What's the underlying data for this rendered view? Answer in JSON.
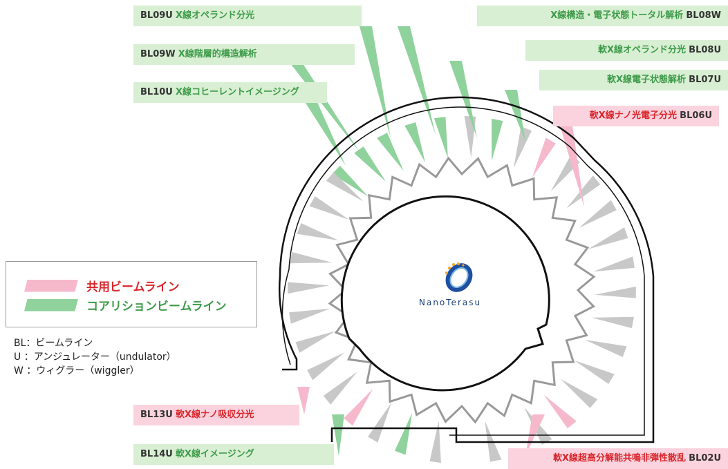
{
  "beamlines": {
    "bl09u": {
      "code": "BL09U",
      "name": "X線オペランド分光"
    },
    "bl09w": {
      "code": "BL09W",
      "name": "X線階層的構造解析"
    },
    "bl10u": {
      "code": "BL10U",
      "name": "X線コヒーレントイメージング"
    },
    "bl08w": {
      "code": "BL08W",
      "name": "X線構造・電子状態トータル解析"
    },
    "bl08u": {
      "code": "BL08U",
      "name": "軟X線オペランド分光"
    },
    "bl07u": {
      "code": "BL07U",
      "name": "軟X線電子状態解析"
    },
    "bl06u": {
      "code": "BL06U",
      "name": "軟X線ナノ光電子分光"
    },
    "bl13u": {
      "code": "BL13U",
      "name": "軟X線ナノ吸収分光"
    },
    "bl14u": {
      "code": "BL14U",
      "name": "軟X線イメージング"
    },
    "bl02u": {
      "code": "BL02U",
      "name": "軟X線超高分解能共鳴非弾性散乱"
    }
  },
  "legend": {
    "shared": "共用ビームライン",
    "coalition": "コアリションビームライン"
  },
  "abbreviations": {
    "bl": "BL：ビームライン",
    "u": "U ：アンジュレーター（undulator）",
    "w": "W ：ウィグラー（wiggler）"
  },
  "logo": {
    "text": "NanoTerasu"
  },
  "colors": {
    "coalition_fill": "#8fd29c",
    "shared_fill": "#f6b9cc",
    "empty_fill": "#c8c8c8",
    "coalition_text": "#3e9b4a",
    "shared_text": "#d9262b"
  }
}
